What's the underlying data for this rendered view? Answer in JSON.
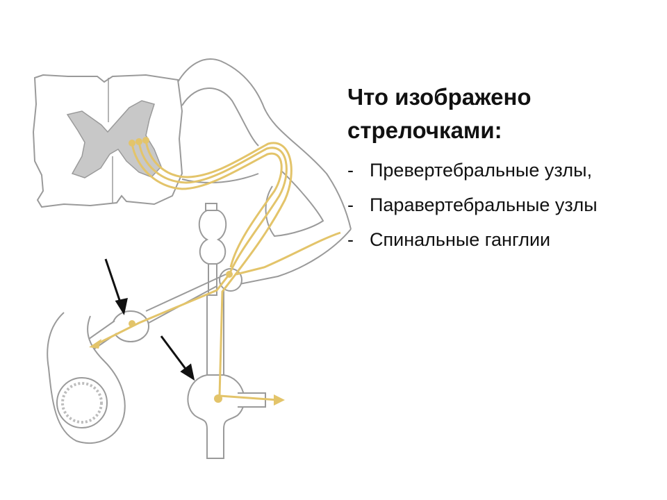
{
  "slide": {
    "question": "Что изображено стрелочками:",
    "options": [
      {
        "dash": "-",
        "text": "Превертебральные узлы,"
      },
      {
        "dash": "-",
        "text": "Паравертебральные узлы"
      },
      {
        "dash": "-",
        "text": "Спинальные ганглии"
      }
    ]
  },
  "diagram": {
    "colors": {
      "outline": "#9a9a9a",
      "gray_matter": "#c8c8c8",
      "nerve_fiber": "#e3c46a",
      "arrow": "#111111"
    }
  }
}
